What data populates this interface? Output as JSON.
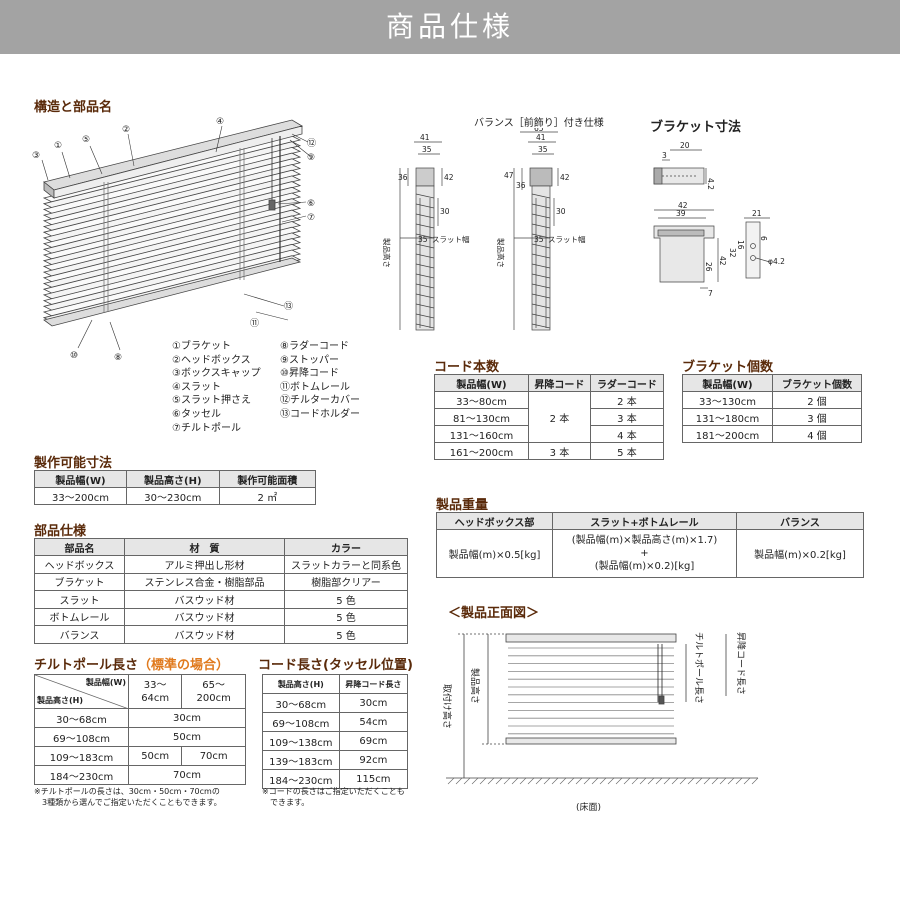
{
  "banner": {
    "title": "商品仕様"
  },
  "structure": {
    "title": "構造と部品名",
    "callouts": [
      "①",
      "②",
      "③",
      "④",
      "⑤",
      "⑥",
      "⑦",
      "⑧",
      "⑨",
      "⑩",
      "⑪",
      "⑫",
      "⑬"
    ],
    "parts_col1": [
      "①ブラケット",
      "②ヘッドボックス",
      "③ボックスキャップ",
      "④スラット",
      "⑤スラット押さえ",
      "⑥タッセル",
      "⑦チルトポール"
    ],
    "parts_col2": [
      "⑧ラダーコード",
      "⑨ストッパー",
      "⑩昇降コード",
      "⑪ボトムレール",
      "⑫チルターカバー",
      "⑬コードホルダー"
    ]
  },
  "valance_diagram": {
    "title": "バランス［前飾り］付き仕様",
    "left_dims": [
      "41",
      "35",
      "36",
      "42",
      "30",
      "35",
      "スラット幅",
      "製品高さ"
    ],
    "right_dims": [
      "65",
      "41",
      "35",
      "47",
      "36",
      "42",
      "30",
      "35",
      "スラット幅",
      "製品高さ"
    ]
  },
  "bracket_diagram": {
    "title": "ブラケット寸法",
    "top_dims": [
      "20",
      "3",
      "4.2"
    ],
    "bottom_dims": [
      "42",
      "39",
      "21",
      "26",
      "42",
      "7",
      "16",
      "6",
      "32",
      "φ4.2"
    ]
  },
  "cord_count": {
    "title": "コード本数",
    "headers": [
      "製品幅(W)",
      "昇降コード",
      "ラダーコード"
    ],
    "rows": [
      {
        "w": "33～80cm",
        "ladder": "2 本"
      },
      {
        "w": "81～130cm",
        "ladder": "3 本"
      },
      {
        "w": "131～160cm",
        "ladder": "4 本"
      },
      {
        "w": "161～200cm",
        "ladder": "5 本"
      }
    ],
    "lift_group1": "2 本",
    "lift_group2": "3 本"
  },
  "bracket_count": {
    "title": "ブラケット個数",
    "headers": [
      "製品幅(W)",
      "ブラケット個数"
    ],
    "rows": [
      {
        "w": "33～130cm",
        "n": "2 個"
      },
      {
        "w": "131～180cm",
        "n": "3 個"
      },
      {
        "w": "181～200cm",
        "n": "4 個"
      }
    ]
  },
  "size_range": {
    "title": "製作可能寸法",
    "headers": [
      "製品幅(W)",
      "製品高さ(H)",
      "製作可能面積"
    ],
    "row": [
      "33～200cm",
      "30～230cm",
      "2 ㎡"
    ]
  },
  "weight": {
    "title": "製品重量",
    "headers": [
      "ヘッドボックス部",
      "スラット+ボトムレール",
      "バランス"
    ],
    "head": "製品幅(m)×0.5[kg]",
    "slat_line1": "(製品幅(m)×製品高さ(m)×1.7)",
    "slat_plus": "+",
    "slat_line2": "(製品幅(m)×0.2)[kg]",
    "valance": "製品幅(m)×0.2[kg]"
  },
  "parts_spec": {
    "title": "部品仕様",
    "headers": [
      "部品名",
      "材　質",
      "カラー"
    ],
    "rows": [
      {
        "name": "ヘッドボックス",
        "mat": "アルミ押出し形材",
        "color": "スラットカラーと同系色"
      },
      {
        "name": "ブラケット",
        "mat": "ステンレス合金・樹脂部品",
        "color": "樹脂部クリアー"
      },
      {
        "name": "スラット",
        "mat": "バスウッド材",
        "color": "5 色"
      },
      {
        "name": "ボトムレール",
        "mat": "バスウッド材",
        "color": "5 色"
      },
      {
        "name": "バランス",
        "mat": "バスウッド材",
        "color": "5 色"
      }
    ]
  },
  "tilt_pole": {
    "title": "チルトポール長さ",
    "title_note": "（標準の場合）",
    "head_w": "製品幅(W)",
    "head_h": "製品高さ(H)",
    "col1": "33～\n64cm",
    "col2": "65～\n200cm",
    "rows": [
      {
        "h": "30～68cm",
        "v": "30cm"
      },
      {
        "h": "69～108cm",
        "v": "50cm"
      },
      {
        "h": "109～183cm",
        "a": "50cm",
        "b": "70cm"
      },
      {
        "h": "184～230cm",
        "v": "70cm"
      }
    ],
    "note1": "※チルトポールの長さは、30cm・50cm・70cmの",
    "note2": "3種類から選んでご指定いただくこともできます。"
  },
  "cord_length": {
    "title": "コード長さ(タッセル位置)",
    "headers": [
      "製品高さ(H)",
      "昇降コード長さ"
    ],
    "rows": [
      {
        "h": "30～68cm",
        "v": "30cm"
      },
      {
        "h": "69～108cm",
        "v": "54cm"
      },
      {
        "h": "109～138cm",
        "v": "69cm"
      },
      {
        "h": "139～183cm",
        "v": "92cm"
      },
      {
        "h": "184～230cm",
        "v": "115cm"
      }
    ],
    "note1": "※コードの長さはご指定いただくことも",
    "note2": "できます。"
  },
  "front_view": {
    "title": "＜製品正面図＞",
    "mount_height": "取付け高さ",
    "product_height": "製品高さ",
    "tilt_length": "チルトポール長さ",
    "lift_length": "昇降コード長さ",
    "floor": "(床面)"
  },
  "colors": {
    "banner": "#a3a3a3",
    "heading": "#5a2a0a",
    "accent": "#e07a1e",
    "header_bg": "#e6e6e6"
  }
}
